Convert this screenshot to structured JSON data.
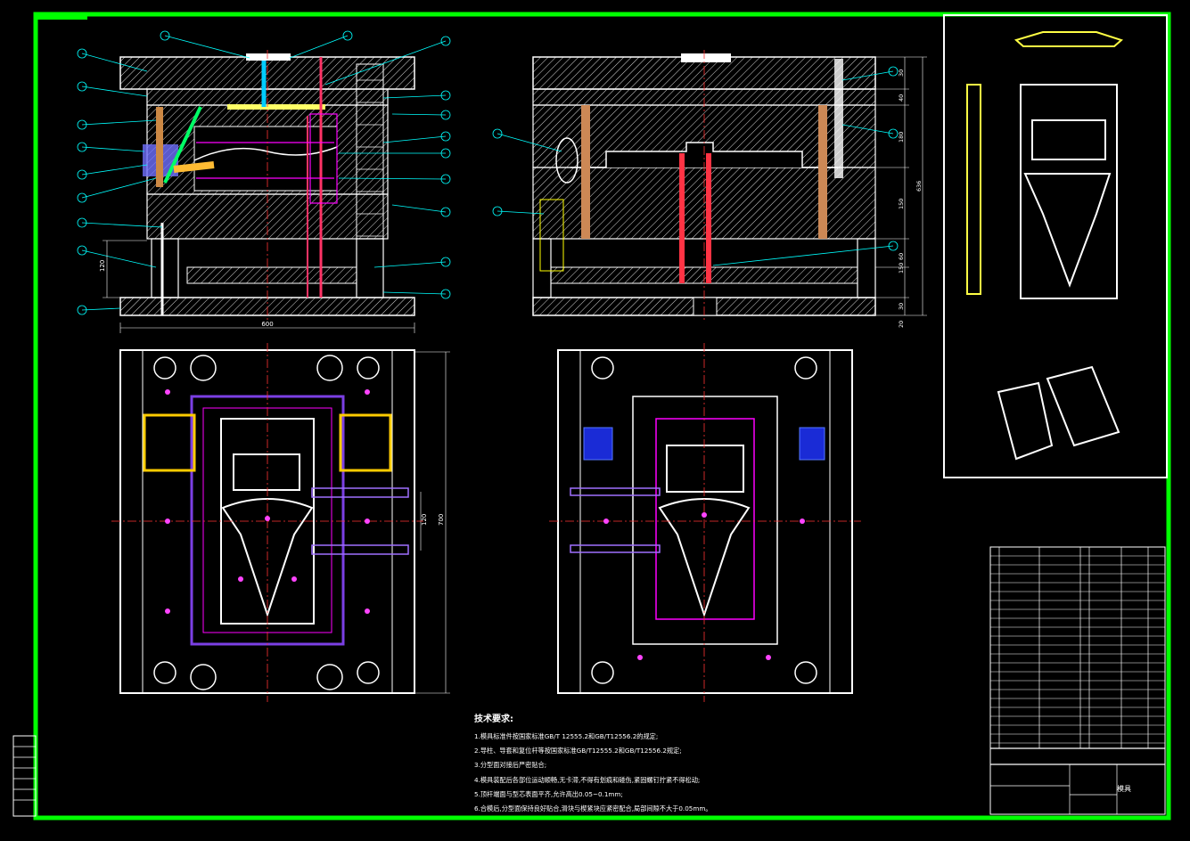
{
  "drawing": {
    "colors": {
      "frame": "#00ff00",
      "lines": "#ffffff",
      "dims": "#00ffff",
      "center": "#ff3333",
      "pins": "#ff00ff",
      "slider": "#ffcc00",
      "insert": "#7b3fe4",
      "cooling": "#3b3bff",
      "stripper": "#ff8844"
    }
  },
  "dimensions": {
    "top_width": "600",
    "side_height": "120",
    "plan_height": "700",
    "spacing": "120",
    "right_col": [
      "30",
      "40",
      "180",
      "150",
      "60",
      "150",
      "30",
      "20"
    ],
    "overall": "636"
  },
  "requirements": {
    "heading": "技术要求:",
    "lines": [
      "1.模具标准件按国家标准GB/T 12555.2和GB/T12556.2的规定;",
      "2.导柱、导套和复位杆等按国家标准GB/T12555.2和GB/T12556.2规定;",
      "3.分型面对接后严密贴合;",
      "4.模具装配后各部位运动顺畅,无卡滞,不得有划痕和碰伤,紧固螺钉拧紧不得松动;",
      "5.顶杆端面与型芯表面平齐,允许高出0.05~0.1mm;",
      "6.合模后,分型面保持良好贴合,滑块与楔紧块应紧密配合,局部间隙不大于0.05mm。"
    ]
  },
  "title_block": {
    "name": "模具"
  }
}
